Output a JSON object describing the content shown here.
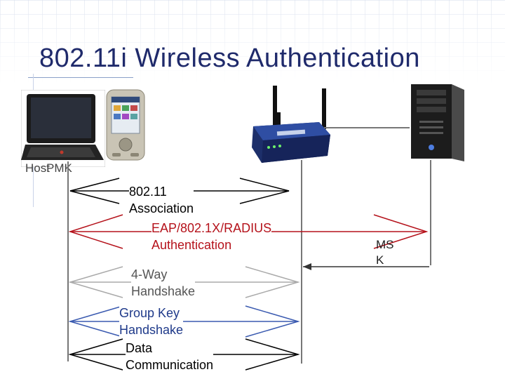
{
  "title": "802.11i Wireless Authentication",
  "hosts": {
    "client_label_a": "Host",
    "client_label_b": "PMK"
  },
  "msk": [
    "MS",
    "K"
  ],
  "messages": [
    {
      "lines": [
        "802.11",
        "Association"
      ],
      "color": "#000000"
    },
    {
      "lines": [
        "EAP/802.1X/RADIUS",
        "Authentication"
      ],
      "color": "#b5121b"
    },
    {
      "lines": [
        "4-Way",
        "Handshake"
      ],
      "color": "#888888"
    },
    {
      "lines": [
        "Group Key",
        "Handshake"
      ],
      "color": "#1f3a8a"
    },
    {
      "lines": [
        "Data",
        "Communication"
      ],
      "color": "#000000"
    }
  ],
  "icons": [
    "laptop-icon",
    "pda-icon",
    "wireless-router-icon",
    "server-tower-icon"
  ]
}
